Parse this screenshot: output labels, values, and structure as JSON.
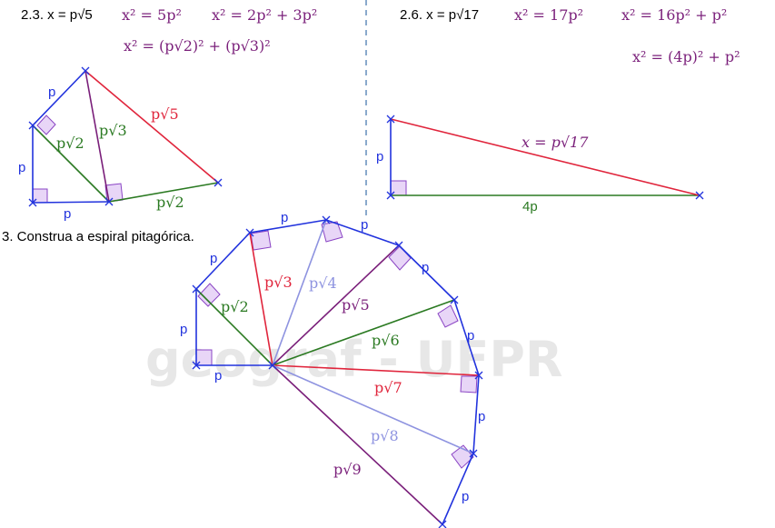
{
  "watermark": "geograf - UFPR",
  "colors": {
    "blue": "#2233dd",
    "red": "#e0253c",
    "green": "#2b7a22",
    "purple": "#7a1f7a",
    "lightblue": "#8e93e0",
    "divider": "#4a7bb0",
    "right_angle_fill": "#e8d6f7",
    "right_angle_stroke": "#8a44c4"
  },
  "left_panel": {
    "heading": "2.3. x = p√5",
    "eq1": "x² = 5p²",
    "eq2": "x² = 2p² + 3p²",
    "eq3": "x² = (p√2)² + (p√3)²",
    "labels": {
      "top_p": "p",
      "left_p": "p",
      "bottom_p": "p",
      "p_root2_diag": "p√2",
      "p_root3_diag": "p√3",
      "p_root5": "p√5",
      "p_root2_base": "p√2"
    }
  },
  "right_panel": {
    "heading": "2.6. x = p√17",
    "eq1": "x² = 17p²",
    "eq2": "x² = 16p² + p²",
    "eq3": "x² = (4p)² + p²",
    "labels": {
      "hyp": "x = p√17",
      "leg_p": "p",
      "leg_4p": "4p"
    }
  },
  "spiral_panel": {
    "heading": "3. Construa a espiral pitagórica.",
    "side_label": "p",
    "radii": [
      "p√2",
      "p√3",
      "p√4",
      "p√5",
      "p√6",
      "p√7",
      "p√8",
      "p√9"
    ]
  }
}
